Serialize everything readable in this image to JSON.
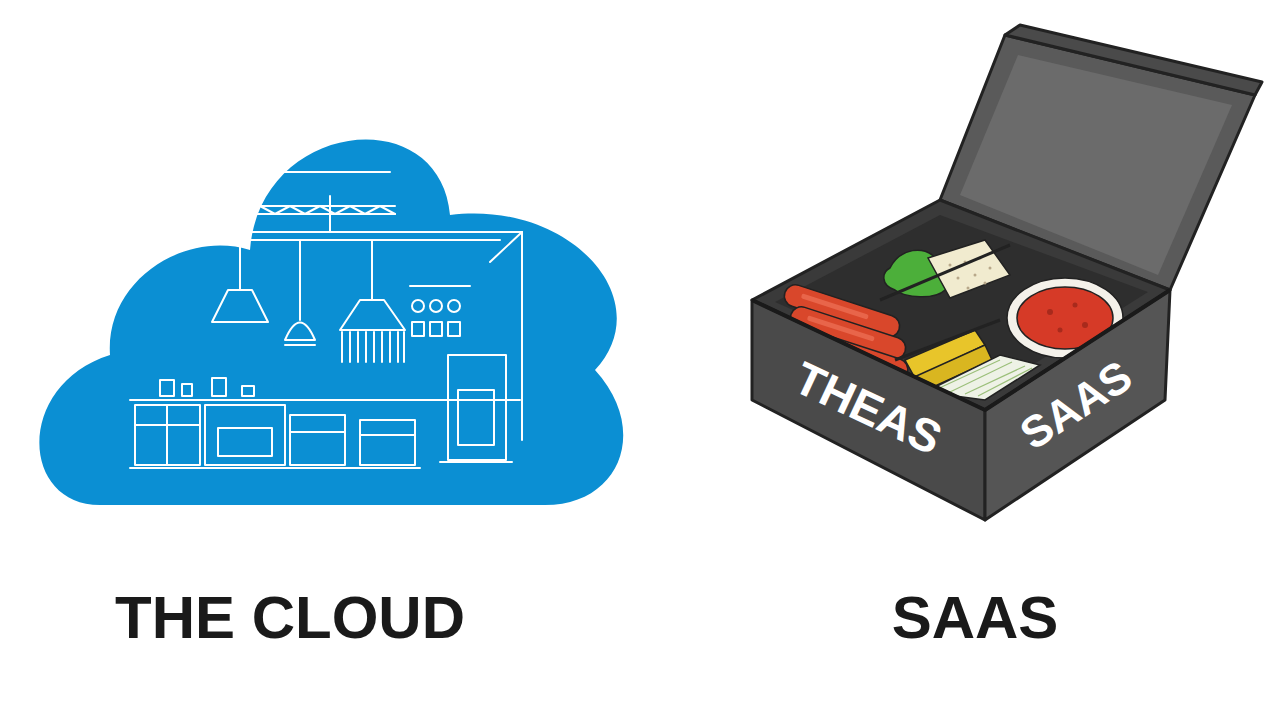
{
  "diagram": {
    "nodes": [
      {
        "text": [
          "THE CLOUD"
        ]
      },
      {
        "text": [
          "THEAS",
          "SAAS",
          "SAAS"
        ]
      }
    ]
  }
}
